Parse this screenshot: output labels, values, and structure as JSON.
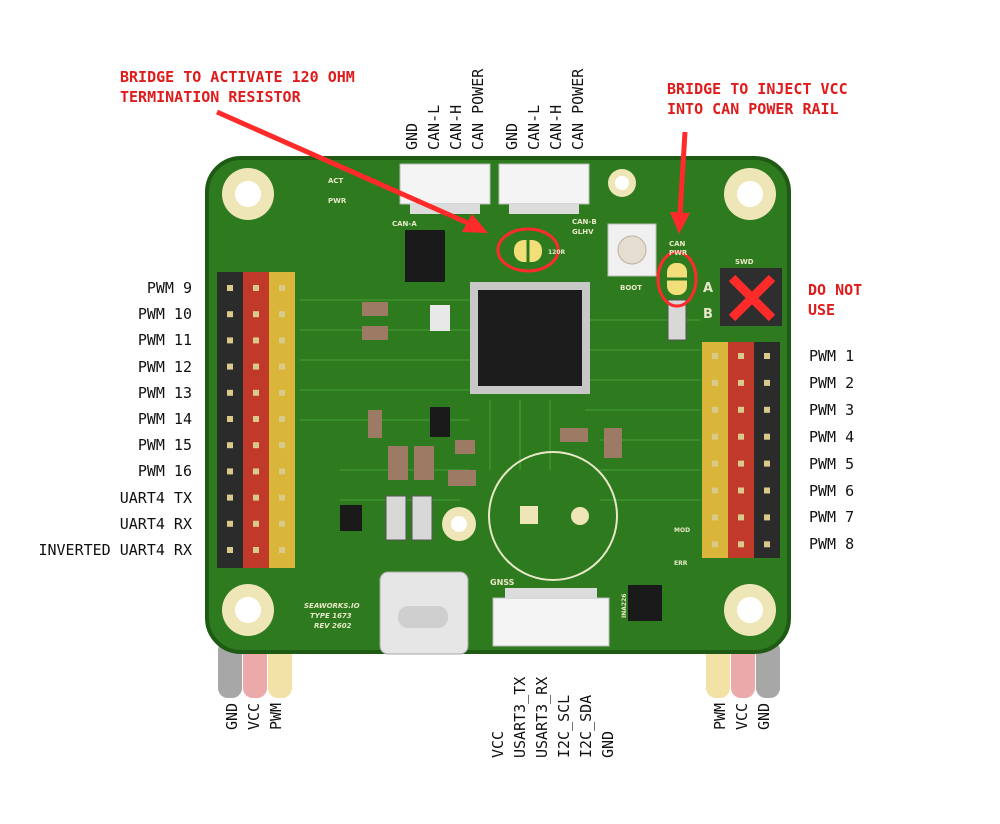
{
  "annotations": {
    "termination": "BRIDGE TO ACTIVATE 120 OHM\nTERMINATION RESISTOR",
    "inject_vcc": "BRIDGE TO INJECT VCC\nINTO CAN POWER RAIL",
    "do_not_use": "DO NOT\nUSE"
  },
  "left_pins": [
    "PWM 9",
    "PWM 10",
    "PWM 11",
    "PWM 12",
    "PWM 13",
    "PWM 14",
    "PWM 15",
    "PWM 16",
    "UART4 TX",
    "UART4 RX",
    "INVERTED UART4 RX"
  ],
  "right_pins": [
    "PWM 1",
    "PWM 2",
    "PWM 3",
    "PWM 4",
    "PWM 5",
    "PWM 6",
    "PWM 7",
    "PWM 8"
  ],
  "can_a": [
    "GND",
    "CAN-L",
    "CAN-H",
    "CAN POWER"
  ],
  "can_b": [
    "GND",
    "CAN-L",
    "CAN-H",
    "CAN POWER"
  ],
  "bottom_left": [
    "GND",
    "VCC",
    "PWM"
  ],
  "bottom_gnss": [
    "VCC",
    "USART3_TX",
    "USART3_RX",
    "I2C_SCL",
    "I2C_SDA",
    "GND"
  ],
  "bottom_right": [
    "PWM",
    "VCC",
    "GND"
  ],
  "silkscreen": {
    "brand": "SEAWORKS.IO",
    "type": "TYPE 1673",
    "rev": "REV 2602",
    "act": "ACT",
    "pwr": "PWR",
    "can_a": "CAN-A",
    "can_b": "CAN-B",
    "glhv": "GLHV",
    "term": "120R",
    "boot": "BOOT",
    "can_pwr_1": "CAN",
    "can_pwr_2": "PWR",
    "swd": "SWD",
    "a": "A",
    "b": "B",
    "gnss": "GNSS",
    "mod": "MOD",
    "err": "ERR",
    "ina": "INA226"
  },
  "colors": {
    "pcb": "#2e7a1f",
    "pcb_edge": "#1f5a14",
    "annotation": "#e01b1b",
    "pin_black": "#2b2b2b",
    "pin_red": "#c0392b",
    "pin_yellow": "#d9b53a"
  }
}
